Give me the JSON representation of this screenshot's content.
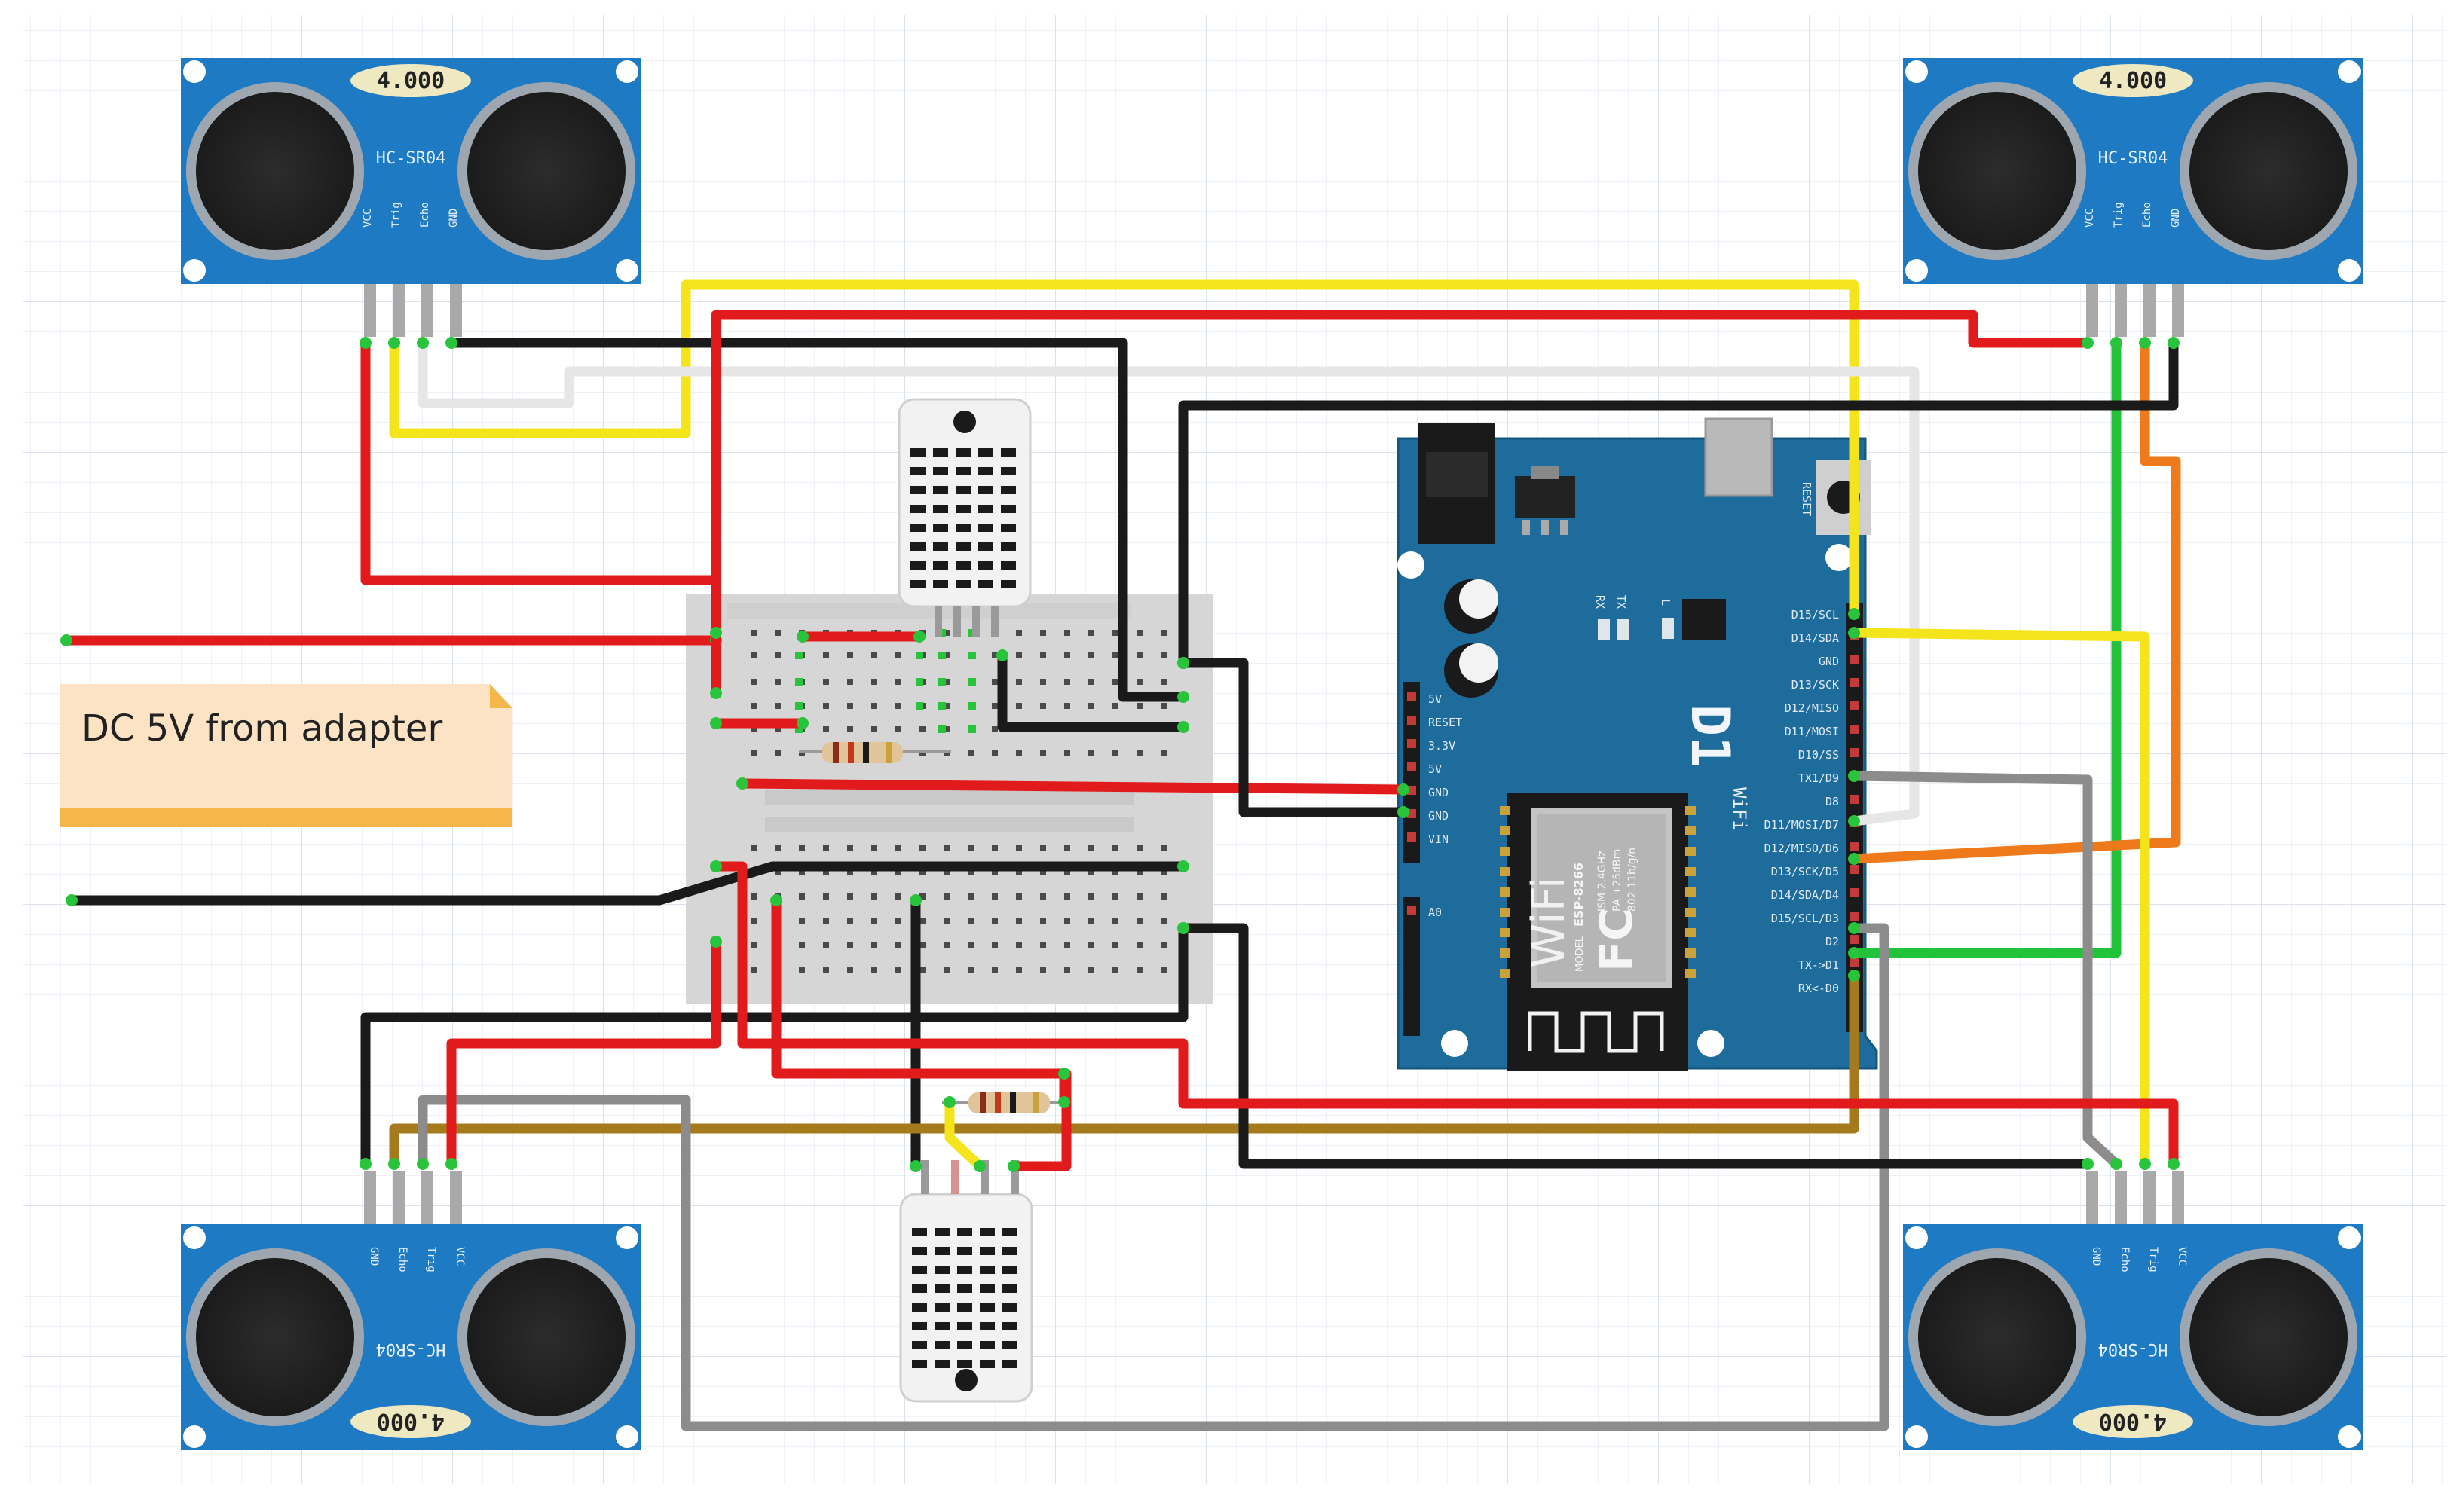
{
  "note": {
    "text": "DC 5V from adapter"
  },
  "sensors": {
    "model_label": "HC-SR04",
    "lcd_reading": "4.000",
    "pins_top": [
      "VCC",
      "Trig",
      "Echo",
      "GND"
    ],
    "pins_bottom": [
      "GND",
      "Echo",
      "Trig",
      "VCC"
    ]
  },
  "board": {
    "name": "D1",
    "subtitle": "WiFi",
    "reset_label": "RESET",
    "led_labels": [
      "RX",
      "TX",
      "L"
    ],
    "left_pins": [
      "5V",
      "RESET",
      "3.3V",
      "5V",
      "GND",
      "GND",
      "VIN",
      "A0"
    ],
    "right_pins": [
      "D15/SCL",
      "D14/SDA",
      "GND",
      "D13/SCK",
      "D12/MISO",
      "D11/MOSI",
      "D10/SS",
      "TX1/D9",
      "D8",
      "D11/MOSI/D7",
      "D12/MISO/D6",
      "D13/SCK/D5",
      "D14/SDA/D4",
      "D15/SCL/D3",
      "D2",
      "TX->D1",
      "RX<-D0"
    ],
    "module_wifi": "WiFi",
    "module_model": "ESP-8266",
    "module_model_prefix": "MODEL",
    "module_band": "ISM 2.4GHz",
    "module_pa": "PA +25dBm",
    "module_std": "802.11b/g/n",
    "module_fcc": "FC"
  },
  "colors": {
    "wire_red": "#e11b1b",
    "wire_black": "#1a1a1a",
    "wire_yellow": "#f4e41b",
    "wire_white": "#e6e6e6",
    "wire_gray": "#8c8c8c",
    "wire_green": "#22c33a",
    "wire_orange": "#ef7a1c",
    "wire_brown": "#a57a1c",
    "sensor_blue": "#1f7ac4",
    "board_teal": "#1d6c9c",
    "note_bg": "#fbe3c4",
    "note_stripe": "#f5b64a"
  }
}
